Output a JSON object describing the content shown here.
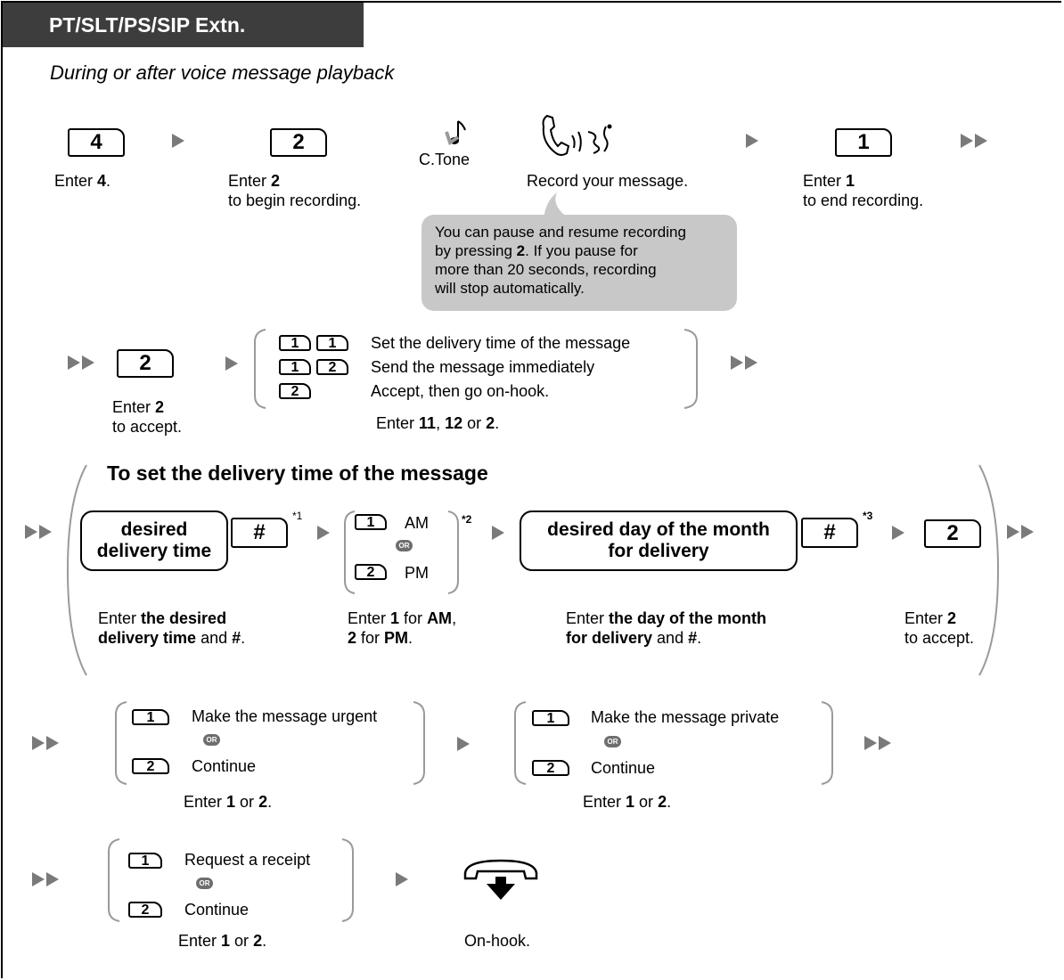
{
  "header": {
    "title": "PT/SLT/PS/SIP Extn."
  },
  "subtitle": "During or after voice message playback",
  "row1": {
    "key_4": "4",
    "label_4_pre": "Enter ",
    "label_4_bold": "4",
    "label_4_post": ".",
    "key_2": "2",
    "label_2_line1_pre": "Enter ",
    "label_2_line1_bold": "2",
    "label_2_line2": "to begin recording.",
    "tone_label": "C.Tone",
    "record_label": "Record your message.",
    "key_1": "1",
    "label_1_line1_pre": "Enter ",
    "label_1_line1_bold": "1",
    "label_1_line2": "to end recording."
  },
  "note": {
    "line1": "You can pause and resume recording",
    "line2_pre": "by pressing ",
    "line2_bold": "2",
    "line2_post": ". If you pause for",
    "line3": "more than 20 seconds, recording",
    "line4": "will stop automatically."
  },
  "row2": {
    "key_2": "2",
    "label_line1_pre": "Enter ",
    "label_line1_bold": "2",
    "label_line2": "to accept.",
    "options": [
      {
        "keys": [
          "1",
          "1"
        ],
        "text": "Set the delivery time of the message"
      },
      {
        "keys": [
          "1",
          "2"
        ],
        "text": "Send the message immediately"
      },
      {
        "keys": [
          "2"
        ],
        "text": "Accept, then go on-hook."
      }
    ],
    "enter_pre": "Enter ",
    "enter_b1": "11",
    "enter_mid1": ", ",
    "enter_b2": "12",
    "enter_mid2": " or ",
    "enter_b3": "2",
    "enter_post": "."
  },
  "delivery": {
    "heading": "To set the delivery time of the message",
    "time_box_line1": "desired",
    "time_box_line2": "delivery time",
    "hash_key": "#",
    "note1": "*1",
    "am_key": "1",
    "am_text": "AM",
    "pm_key": "2",
    "pm_text": "PM",
    "or_badge": "OR",
    "note2": "*2",
    "day_box_line1": "desired day of the month",
    "day_box_line2": "for delivery",
    "note3": "*3",
    "accept_key": "2",
    "label_time_pre": "Enter ",
    "label_time_bold1": "the desired",
    "label_time_bold2": "delivery time",
    "label_time_mid": " and ",
    "label_time_bold3": "#",
    "label_time_post": ".",
    "label_ampm_pre": "Enter ",
    "label_ampm_b1": "1",
    "label_ampm_mid": " for ",
    "label_ampm_b2": "AM",
    "label_ampm_comma": ",",
    "label_ampm_b3": "2",
    "label_ampm_for": " for ",
    "label_ampm_b4": "PM",
    "label_ampm_end": ".",
    "label_day_pre": "Enter ",
    "label_day_bold1": "the day of the month",
    "label_day_bold2": "for delivery",
    "label_day_mid": " and ",
    "label_day_bold3": "#",
    "label_day_post": ".",
    "label_accept_pre": "Enter ",
    "label_accept_bold": "2",
    "label_accept_line2": "to accept."
  },
  "urgent": {
    "key1": "1",
    "text1": "Make the message urgent",
    "key2": "2",
    "text2": "Continue",
    "label_pre": "Enter ",
    "label_b1": "1",
    "label_mid": " or ",
    "label_b2": "2",
    "label_post": "."
  },
  "private": {
    "key1": "1",
    "text1": "Make the message private",
    "key2": "2",
    "text2": "Continue",
    "label_pre": "Enter ",
    "label_b1": "1",
    "label_mid": " or ",
    "label_b2": "2",
    "label_post": "."
  },
  "receipt": {
    "key1": "1",
    "text1": "Request a receipt",
    "key2": "2",
    "text2": "Continue",
    "label_pre": "Enter ",
    "label_b1": "1",
    "label_mid": " or ",
    "label_b2": "2",
    "label_post": "."
  },
  "onhook_label": "On-hook.",
  "colors": {
    "header_bg": "#3d3d3d",
    "arrow": "#7a7a7a",
    "note_bg": "#c8c8c8",
    "bracket": "#9a9a9a"
  }
}
